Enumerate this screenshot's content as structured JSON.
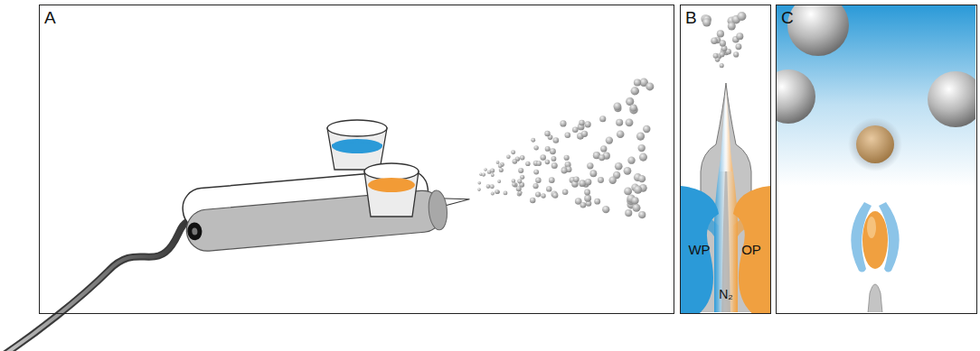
{
  "diagram": {
    "nodes": [
      {
        "text": [
          "A"
        ]
      },
      {
        "text": [
          "B"
        ]
      },
      {
        "text": [
          "C"
        ]
      },
      {
        "text": [
          "WP"
        ],
        "in": 1
      },
      {
        "text": [
          "OP"
        ],
        "in": 1
      }
    ],
    "labels": [
      "N₂"
    ]
  }
}
